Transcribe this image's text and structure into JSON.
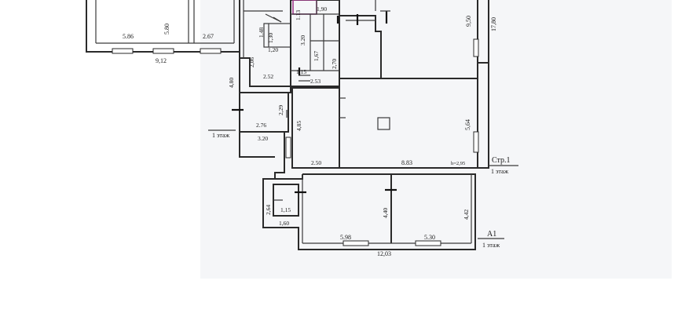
{
  "plan": {
    "room_dims": {
      "d_5_86": "5.86",
      "d_5_80": "5.80",
      "d_2_67": "2.67",
      "d_9_12": "9,12",
      "d_1_48": "1.48",
      "d_1_30": "1,30",
      "d_1_20": "1,20",
      "d_3_20a": "3.20",
      "d_1_67": "1,67",
      "d_2_70": "2,70",
      "d_1_90": "1,90",
      "d_1_13": "1.13",
      "d_2_06": "2,06",
      "d_1_15a": "1,15",
      "d_2_52": "2.52",
      "d_2_53": "2.53",
      "d_4_80": "4,80",
      "d_2_29": "2,29",
      "d_2_76": "2.76",
      "d_3_20b": "3.20",
      "d_4_85": "4,85",
      "d_2_50": "2.50",
      "d_9_50": "9,50",
      "d_17_80": "17,80",
      "d_5_64": "5,64",
      "d_8_83": "8.83",
      "d_h": "h=2,95",
      "d_2_64": "2,64",
      "d_1_15b": "1,15",
      "d_1_60": "1,60",
      "d_4_40": "4,40",
      "d_4_42": "4,42",
      "d_5_98": "5.98",
      "d_5_30": "5.30",
      "d_12_03": "12,03"
    },
    "labels": {
      "floor_left": "1 этаж",
      "building": "Стр.1",
      "building_floor": "1 этаж",
      "section": "А1",
      "section_floor": "1 этаж"
    }
  }
}
